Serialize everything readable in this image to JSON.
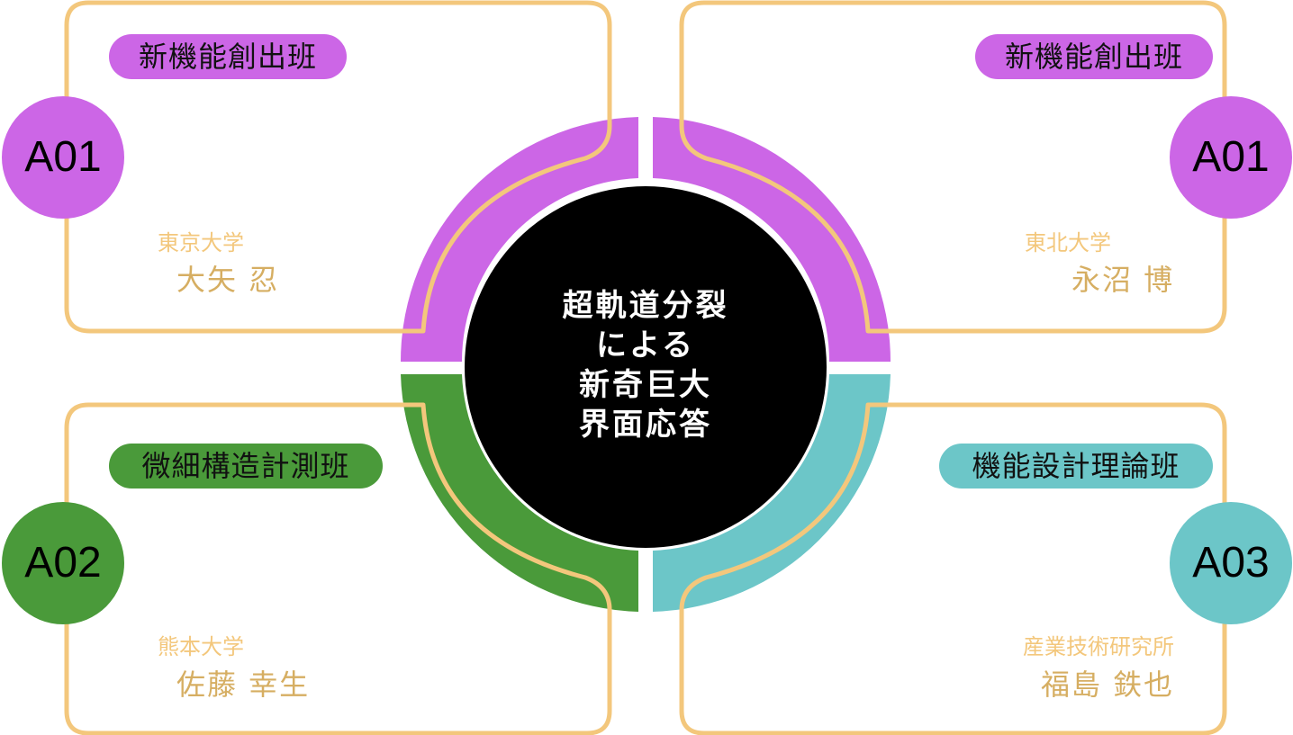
{
  "colors": {
    "purple": "#CC66E6",
    "green": "#4A9A3A",
    "teal": "#6CC6C8",
    "frame": "#F3C77C",
    "name": "#D6AE62",
    "center": "#000000"
  },
  "center": {
    "lines": [
      "超軌道分裂",
      "による",
      "新奇巨大",
      "界面応答"
    ]
  },
  "panels": {
    "top_left": {
      "group": "新機能創出班",
      "code": "A01",
      "affiliation": "東京大学",
      "person": "大矢 忍",
      "color": "purple"
    },
    "top_right": {
      "group": "新機能創出班",
      "code": "A01",
      "affiliation": "東北大学",
      "person": "永沼 博",
      "color": "purple"
    },
    "bottom_left": {
      "group": "微細構造計測班",
      "code": "A02",
      "affiliation": "熊本大学",
      "person": "佐藤 幸生",
      "color": "green"
    },
    "bottom_right": {
      "group": "機能設計理論班",
      "code": "A03",
      "affiliation": "産業技術研究所",
      "person": "福島 鉄也",
      "color": "teal"
    }
  }
}
